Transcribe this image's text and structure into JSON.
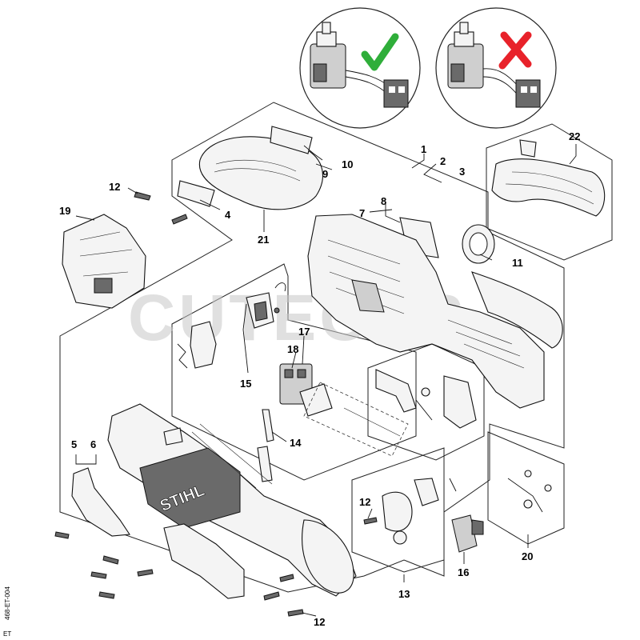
{
  "diagram": {
    "watermark": "CUTECKS",
    "brand": "STIHL",
    "side_code": "468-ET-004",
    "side_code_bottom": "ET",
    "callouts": [
      {
        "id": "c1",
        "label": "1"
      },
      {
        "id": "c2",
        "label": "2"
      },
      {
        "id": "c3",
        "label": "3"
      },
      {
        "id": "c4",
        "label": "4"
      },
      {
        "id": "c5",
        "label": "5"
      },
      {
        "id": "c6",
        "label": "6"
      },
      {
        "id": "c7",
        "label": "7"
      },
      {
        "id": "c8",
        "label": "8"
      },
      {
        "id": "c9",
        "label": "9"
      },
      {
        "id": "c10",
        "label": "10"
      },
      {
        "id": "c11",
        "label": "11"
      },
      {
        "id": "c12a",
        "label": "12"
      },
      {
        "id": "c12b",
        "label": "12"
      },
      {
        "id": "c12c",
        "label": "12"
      },
      {
        "id": "c13",
        "label": "13"
      },
      {
        "id": "c14",
        "label": "14"
      },
      {
        "id": "c15",
        "label": "15"
      },
      {
        "id": "c16",
        "label": "16"
      },
      {
        "id": "c17",
        "label": "17"
      },
      {
        "id": "c18",
        "label": "18"
      },
      {
        "id": "c19",
        "label": "19"
      },
      {
        "id": "c20",
        "label": "20"
      },
      {
        "id": "c21",
        "label": "21"
      },
      {
        "id": "c22",
        "label": "22"
      }
    ],
    "insets": [
      {
        "name": "correct-assembly",
        "mark": "check-icon",
        "color": "#2fae3a"
      },
      {
        "name": "incorrect-assembly",
        "mark": "cross-icon",
        "color": "#e8222a"
      }
    ]
  }
}
